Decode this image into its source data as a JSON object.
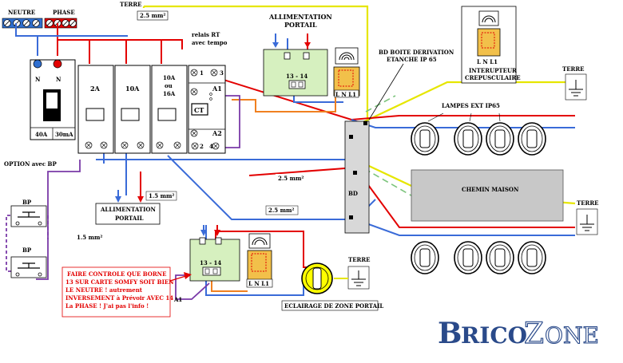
{
  "labels": {
    "neutre": "NEUTRE",
    "phase": "PHASE",
    "terre_top": "TERRE",
    "section_top": "2.5 mm²",
    "relais": "relais RT",
    "avec_tempo": "avec tempo",
    "alim_portail_top_1": "ALLIMENTATION",
    "alim_portail_top_2": "PORTAIL",
    "bd_boite_1": "BD  BOITE DERIVATION",
    "bd_boite_2": "ETANCHE IP 65",
    "interrupteur_1": "INTERUPTEUR",
    "interrupteur_2": "CREPUSCULAIRE",
    "lnl1": "L  N  L1",
    "terre_right_top": "TERRE",
    "lampes": "LAMPES EXT IP65",
    "chemin": "CHEMIN MAISON",
    "terre_right_mid": "TERRE",
    "bd": "BD",
    "n_left": "N",
    "n_right": "N",
    "b40a": "40A",
    "b30ma": "30mA",
    "b2a": "2A",
    "b10a": "10A",
    "b10a16a_1": "10A",
    "b10a16a_2": "ou",
    "b10a16a_3": "16A",
    "a1": "A1",
    "a2": "A2",
    "ct": "CT",
    "t1": "1",
    "t3": "3",
    "t2": "2",
    "t4": "4",
    "option_bp": "OPTION avec BP",
    "bp1": "BP",
    "bp2": "BP",
    "s15_left": "1.5 mm²",
    "s15_mid": "1.5 mm²",
    "s25_mid": "2.5 mm²",
    "s25_low": "2.5 mm²",
    "alim_portail_mid_1": "ALLIMENTATION",
    "alim_portail_mid_2": "PORTAIL",
    "bornes_top": "13 - 14",
    "bornes_low": "13 - 14",
    "lnl1_top": "L  N  L1",
    "lnl1_low": "L  N  L1",
    "note_1": "FAIRE CONTROLE QUE BORNE",
    "note_2": "13 SUR CARTE SOMFY SOIT BIEN",
    "note_3": "LE NEUTRE ! autrement",
    "note_4": "INVERSEMENT à Prévoir AVEC 14",
    "note_5": "La PHASE ! J'ai pas l'info  !",
    "a1_low": "A1",
    "terre_low": "TERRE",
    "eclairage": "ECLAIRAGE DE ZONE PORTAIL",
    "logo_b": "B",
    "logo_rico": "RICO",
    "logo_z": "Z",
    "logo_one": "ONE"
  },
  "colors": {
    "phase": "#e30000",
    "neutral": "#3a6bd8",
    "earth_yellow": "#e6e600",
    "earth_green": "#7cc47c",
    "command": "#f08020",
    "control": "#7a3aa8",
    "module": "#d6f0bf",
    "chemin": "#c8c8c8",
    "logo_blue": "#2a4a8a"
  }
}
